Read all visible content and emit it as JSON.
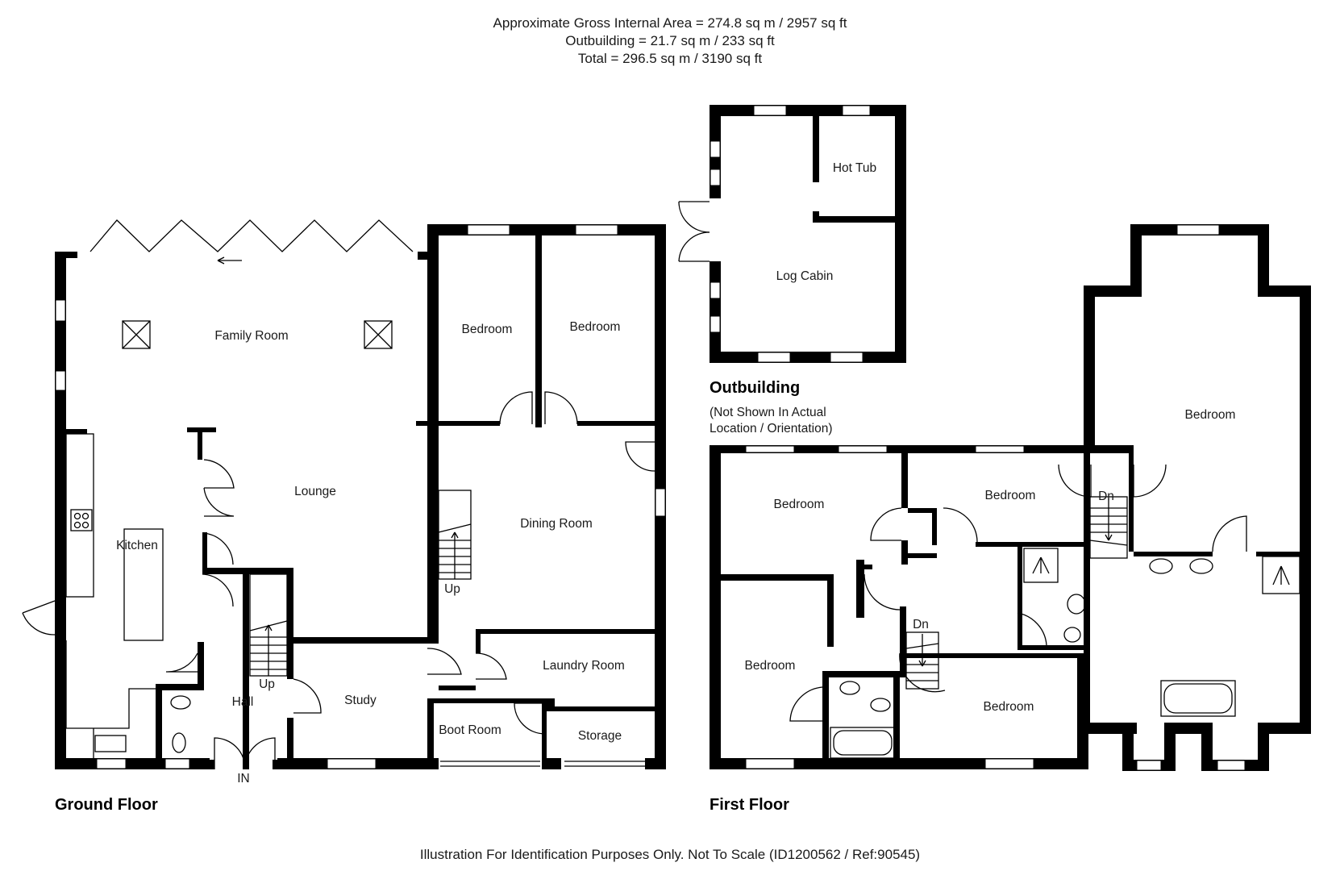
{
  "header": {
    "line1": "Approximate Gross Internal Area = 274.8 sq m / 2957 sq ft",
    "line2": "Outbuilding = 21.7 sq m / 233 sq ft",
    "line3": "Total = 296.5 sq m / 3190 sq ft"
  },
  "outbuilding": {
    "title": "Outbuilding",
    "note_line1": "(Not Shown In Actual",
    "note_line2": "Location / Orientation)",
    "rooms": {
      "hot_tub": "Hot Tub",
      "log_cabin": "Log Cabin"
    }
  },
  "ground_floor": {
    "title": "Ground Floor",
    "rooms": {
      "family_room": "Family Room",
      "bedroom_1": "Bedroom",
      "bedroom_2": "Bedroom",
      "lounge": "Lounge",
      "kitchen": "Kitchen",
      "dining_room": "Dining Room",
      "laundry_room": "Laundry Room",
      "hall": "Hall",
      "study": "Study",
      "boot_room": "Boot Room",
      "storage": "Storage"
    },
    "stair_up_1": "Up",
    "stair_up_2": "Up",
    "entrance": "IN"
  },
  "first_floor": {
    "title": "First Floor",
    "rooms": {
      "bedroom_nw": "Bedroom",
      "bedroom_n": "Bedroom",
      "bedroom_sw": "Bedroom",
      "bedroom_s": "Bedroom",
      "bedroom_e": "Bedroom"
    },
    "stair_dn_1": "Dn",
    "stair_dn_2": "Dn"
  },
  "footer": "Illustration For Identification Purposes Only. Not To Scale (ID1200562 / Ref:90545)"
}
